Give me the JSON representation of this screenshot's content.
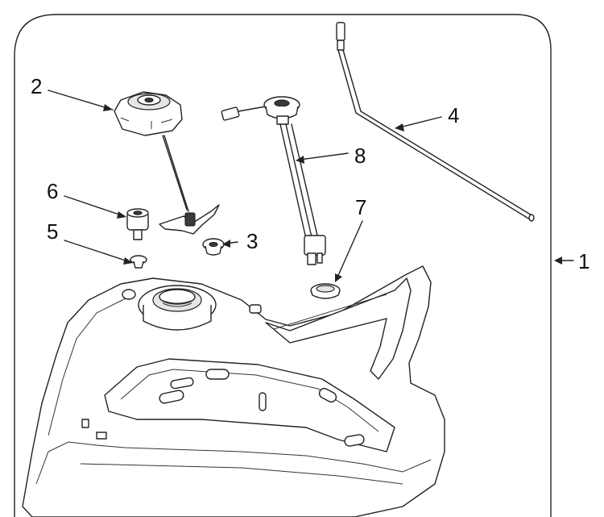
{
  "callouts": {
    "c1": "1",
    "c2": "2",
    "c3": "3",
    "c4": "4",
    "c5": "5",
    "c6": "6",
    "c7": "7",
    "c8": "8"
  },
  "colors": {
    "line": "#222222",
    "background": "#ffffff"
  }
}
